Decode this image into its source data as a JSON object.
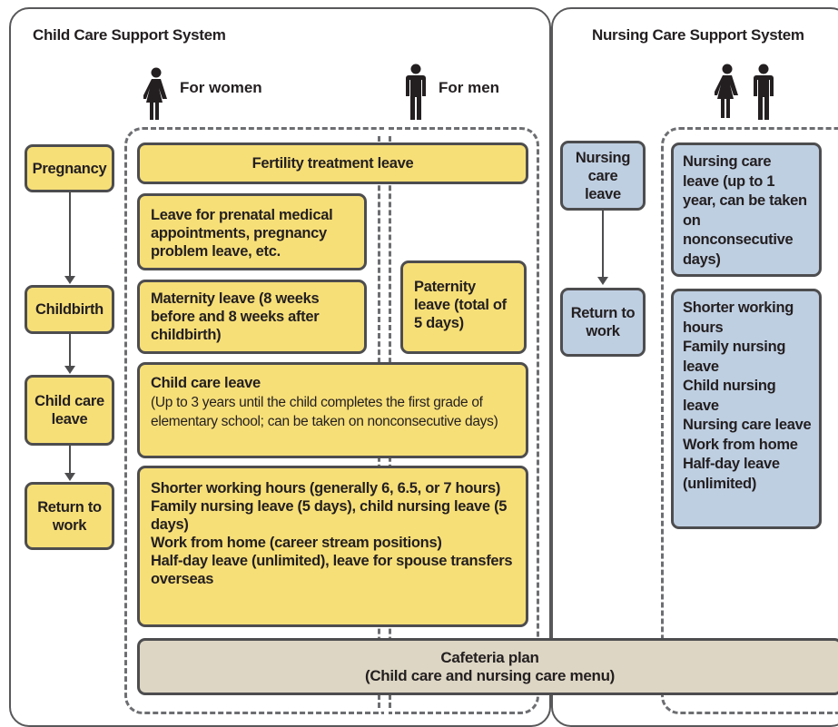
{
  "child_section": {
    "title": "Child Care Support System",
    "for_women": "For women",
    "for_men": "For men",
    "stages": [
      "Pregnancy",
      "Childbirth",
      "Child care leave",
      "Return to work"
    ],
    "fertility": "Fertility treatment leave",
    "prenatal": "Leave for prenatal medical appointments, pregnancy problem leave, etc.",
    "maternity": "Maternity leave (8 weeks before and 8 weeks after childbirth)",
    "paternity": "Paternity leave (total of 5 days)",
    "childcare_title": "Child care leave",
    "childcare_detail": "(Up to 3 years until the child completes the first grade of elementary school; can be taken on nonconsecutive days)",
    "shorter": [
      "Shorter working hours (generally 6, 6.5, or 7 hours)",
      "Family nursing leave (5 days), child nursing leave (5 days)",
      "Work from home (career stream positions)",
      "Half-day leave (unlimited), leave for spouse transfers overseas"
    ],
    "cafeteria_line1": "Cafeteria plan",
    "cafeteria_line2": "(Child care and nursing care menu)"
  },
  "nursing_section": {
    "title": "Nursing Care Support System",
    "stages": [
      "Nursing care leave",
      "Return to work"
    ],
    "nursing_leave": "Nursing care leave (up to 1 year, can be taken on nonconsecutive days)",
    "options": [
      "Shorter working hours",
      "Family nursing leave",
      "Child nursing leave",
      "Nursing care leave",
      "Work from home",
      "Half-day leave (unlimited)"
    ]
  },
  "colors": {
    "yellow": "#f7df78",
    "blue": "#bfcfe2",
    "beige": "#ddd6c4",
    "border": "#4d4d4f"
  },
  "icons": [
    "woman-icon",
    "man-icon"
  ]
}
